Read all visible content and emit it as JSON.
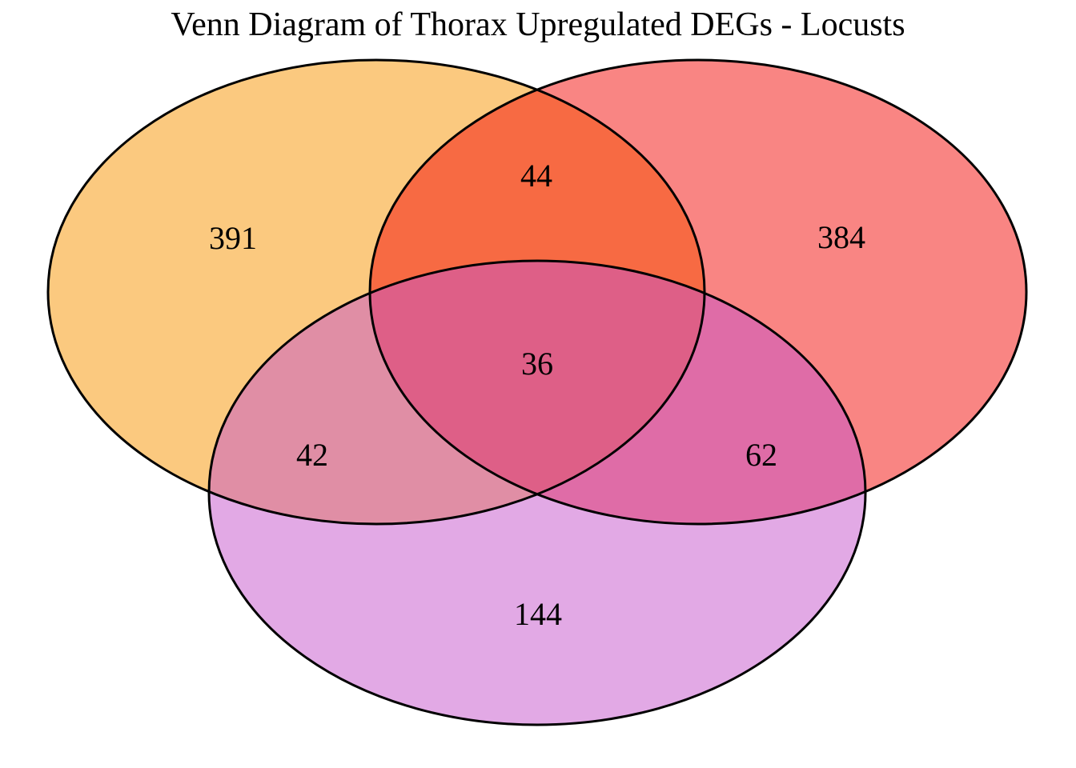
{
  "title": "Venn Diagram of Thorax Upregulated DEGs - Locusts",
  "chart_data": {
    "type": "venn",
    "title": "Venn Diagram of Thorax Upregulated DEGs - Locusts",
    "set_count": 3,
    "set_labels_visible": false,
    "regions": {
      "left_only": 391,
      "right_only": 384,
      "bottom_only": 144,
      "left_right_overlap": 44,
      "left_bottom_overlap": 42,
      "right_bottom_overlap": 62,
      "all_three_overlap": 36
    },
    "layout_hint": "two ellipses on top row (orange left, red right), one violet ellipse centered below, all overlapping"
  },
  "labels": {
    "left_only": "391",
    "right_only": "384",
    "bottom_only": "144",
    "left_right_overlap": "44",
    "left_bottom_overlap": "42",
    "right_bottom_overlap": "62",
    "all_three_overlap": "36"
  },
  "colors": {
    "left_set_fill": "#F79400",
    "right_set_fill": "#F30B07",
    "bottom_set_fill": "#C553CB",
    "fill_opacity": "0.5",
    "outline": "#000000",
    "text": "#000000",
    "background": "#FFFFFF",
    "observed_region_colors": {
      "left_only": "#FBC97F",
      "right_only": "#F98583",
      "bottom_only": "#E2A9E5",
      "left_right_overlap": "#F76A45",
      "left_bottom_overlap": "#E08EA5",
      "right_bottom_overlap": "#DF6CA7",
      "all_three_overlap": "#DD5E86"
    }
  }
}
